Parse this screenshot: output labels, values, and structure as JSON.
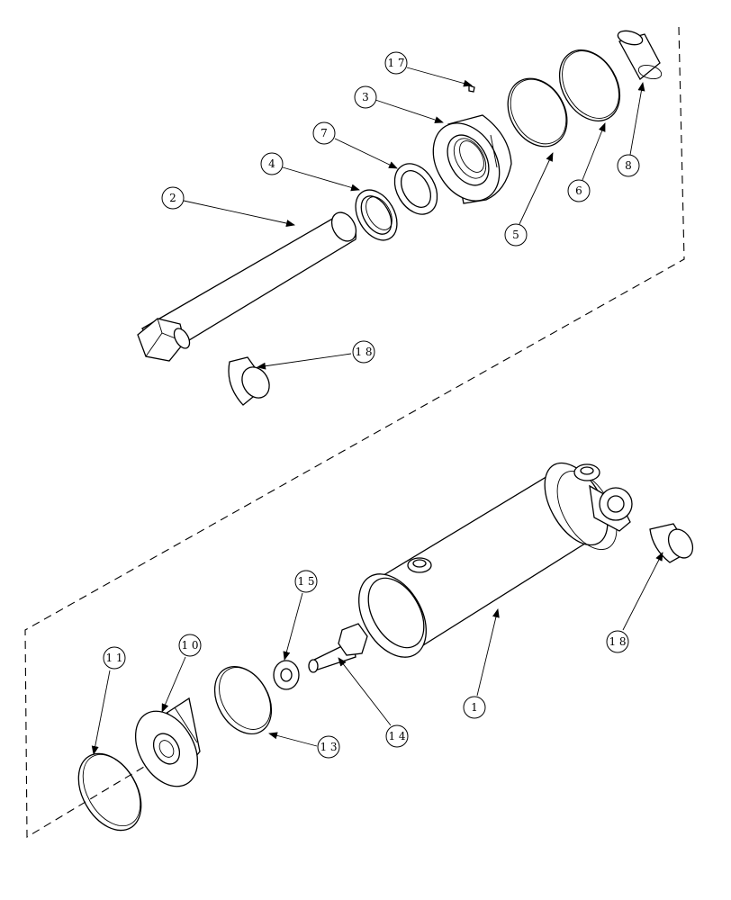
{
  "labels": {
    "b1": "1",
    "b2": "2",
    "b3a": "3",
    "b3b": "1 3",
    "b4": "4",
    "b5": "5",
    "b6": "6",
    "b7": "7",
    "b8": "8",
    "b10": "1 0",
    "b11": "1 1",
    "b14": "1 4",
    "b15": "1 5",
    "b17": "1 7",
    "b18a": "1 8",
    "b18b": "1 8"
  }
}
